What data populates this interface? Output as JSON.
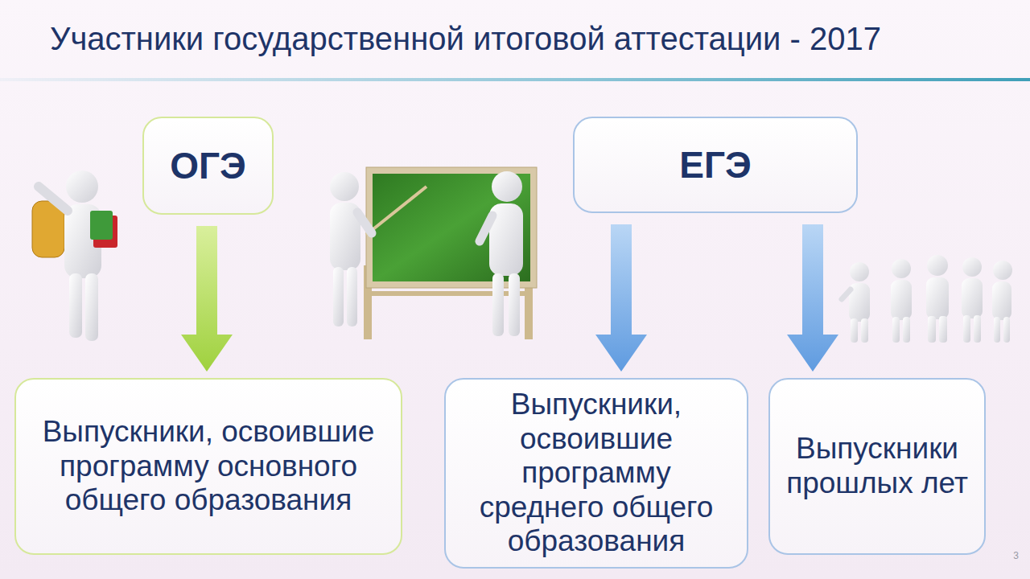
{
  "diagram": {
    "title": "Участники государственной итоговой аттестации - 2017",
    "nodes": [
      {
        "text": [
          "ОГЭ"
        ]
      },
      {
        "text": [
          "ЕГЭ"
        ]
      },
      {
        "text": [
          "Выпускники, освоившие программу основного общего образования"
        ]
      },
      {
        "text": [
          "Выпускники, освоившие программу среднего общего образования"
        ]
      },
      {
        "text": [
          "Выпускники прошлых лет"
        ]
      }
    ],
    "edges": [
      {
        "from": 0,
        "to": 2,
        "arrow": "to"
      },
      {
        "from": 1,
        "to": 3,
        "arrow": "to"
      },
      {
        "from": 1,
        "to": 4,
        "arrow": "to"
      }
    ],
    "labels": [
      "3"
    ]
  }
}
